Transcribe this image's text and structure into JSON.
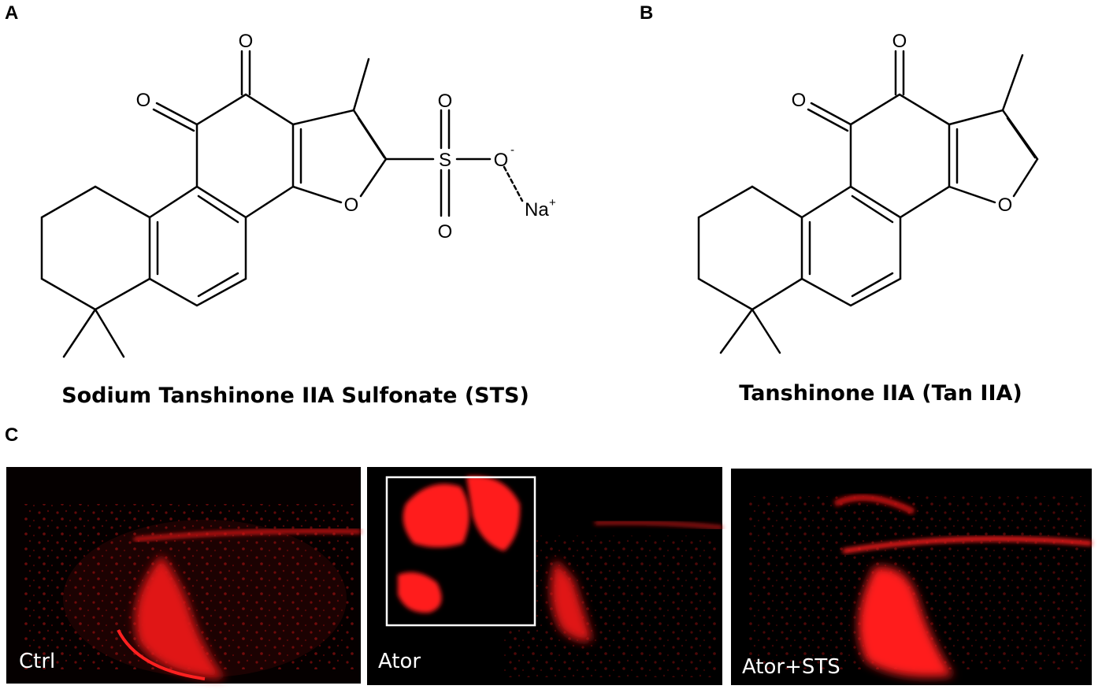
{
  "panels": {
    "a": {
      "letter": "A",
      "caption": "Sodium Tanshinone IIA Sulfonate (STS)",
      "atoms": {
        "o_ketone_1": "O",
        "o_ketone_2": "O",
        "o_furan": "O",
        "sulfur": "S",
        "o_sulf_top": "O",
        "o_sulf_bottom": "O",
        "o_anion": "O",
        "o_anion_charge": "-",
        "sodium": "Na",
        "sodium_charge": "+"
      }
    },
    "b": {
      "letter": "B",
      "caption": "Tanshinone IIA (Tan IIA)",
      "atoms": {
        "o_ketone_1": "O",
        "o_ketone_2": "O",
        "o_furan": "O"
      }
    },
    "c": {
      "letter": "C",
      "images": [
        {
          "label": "Ctrl"
        },
        {
          "label": "Ator"
        },
        {
          "label": "Ator+STS"
        }
      ]
    }
  },
  "colors": {
    "fluorescence": "#ff1a1a",
    "image_background": "#000000",
    "inset_box": "#ffffff"
  }
}
